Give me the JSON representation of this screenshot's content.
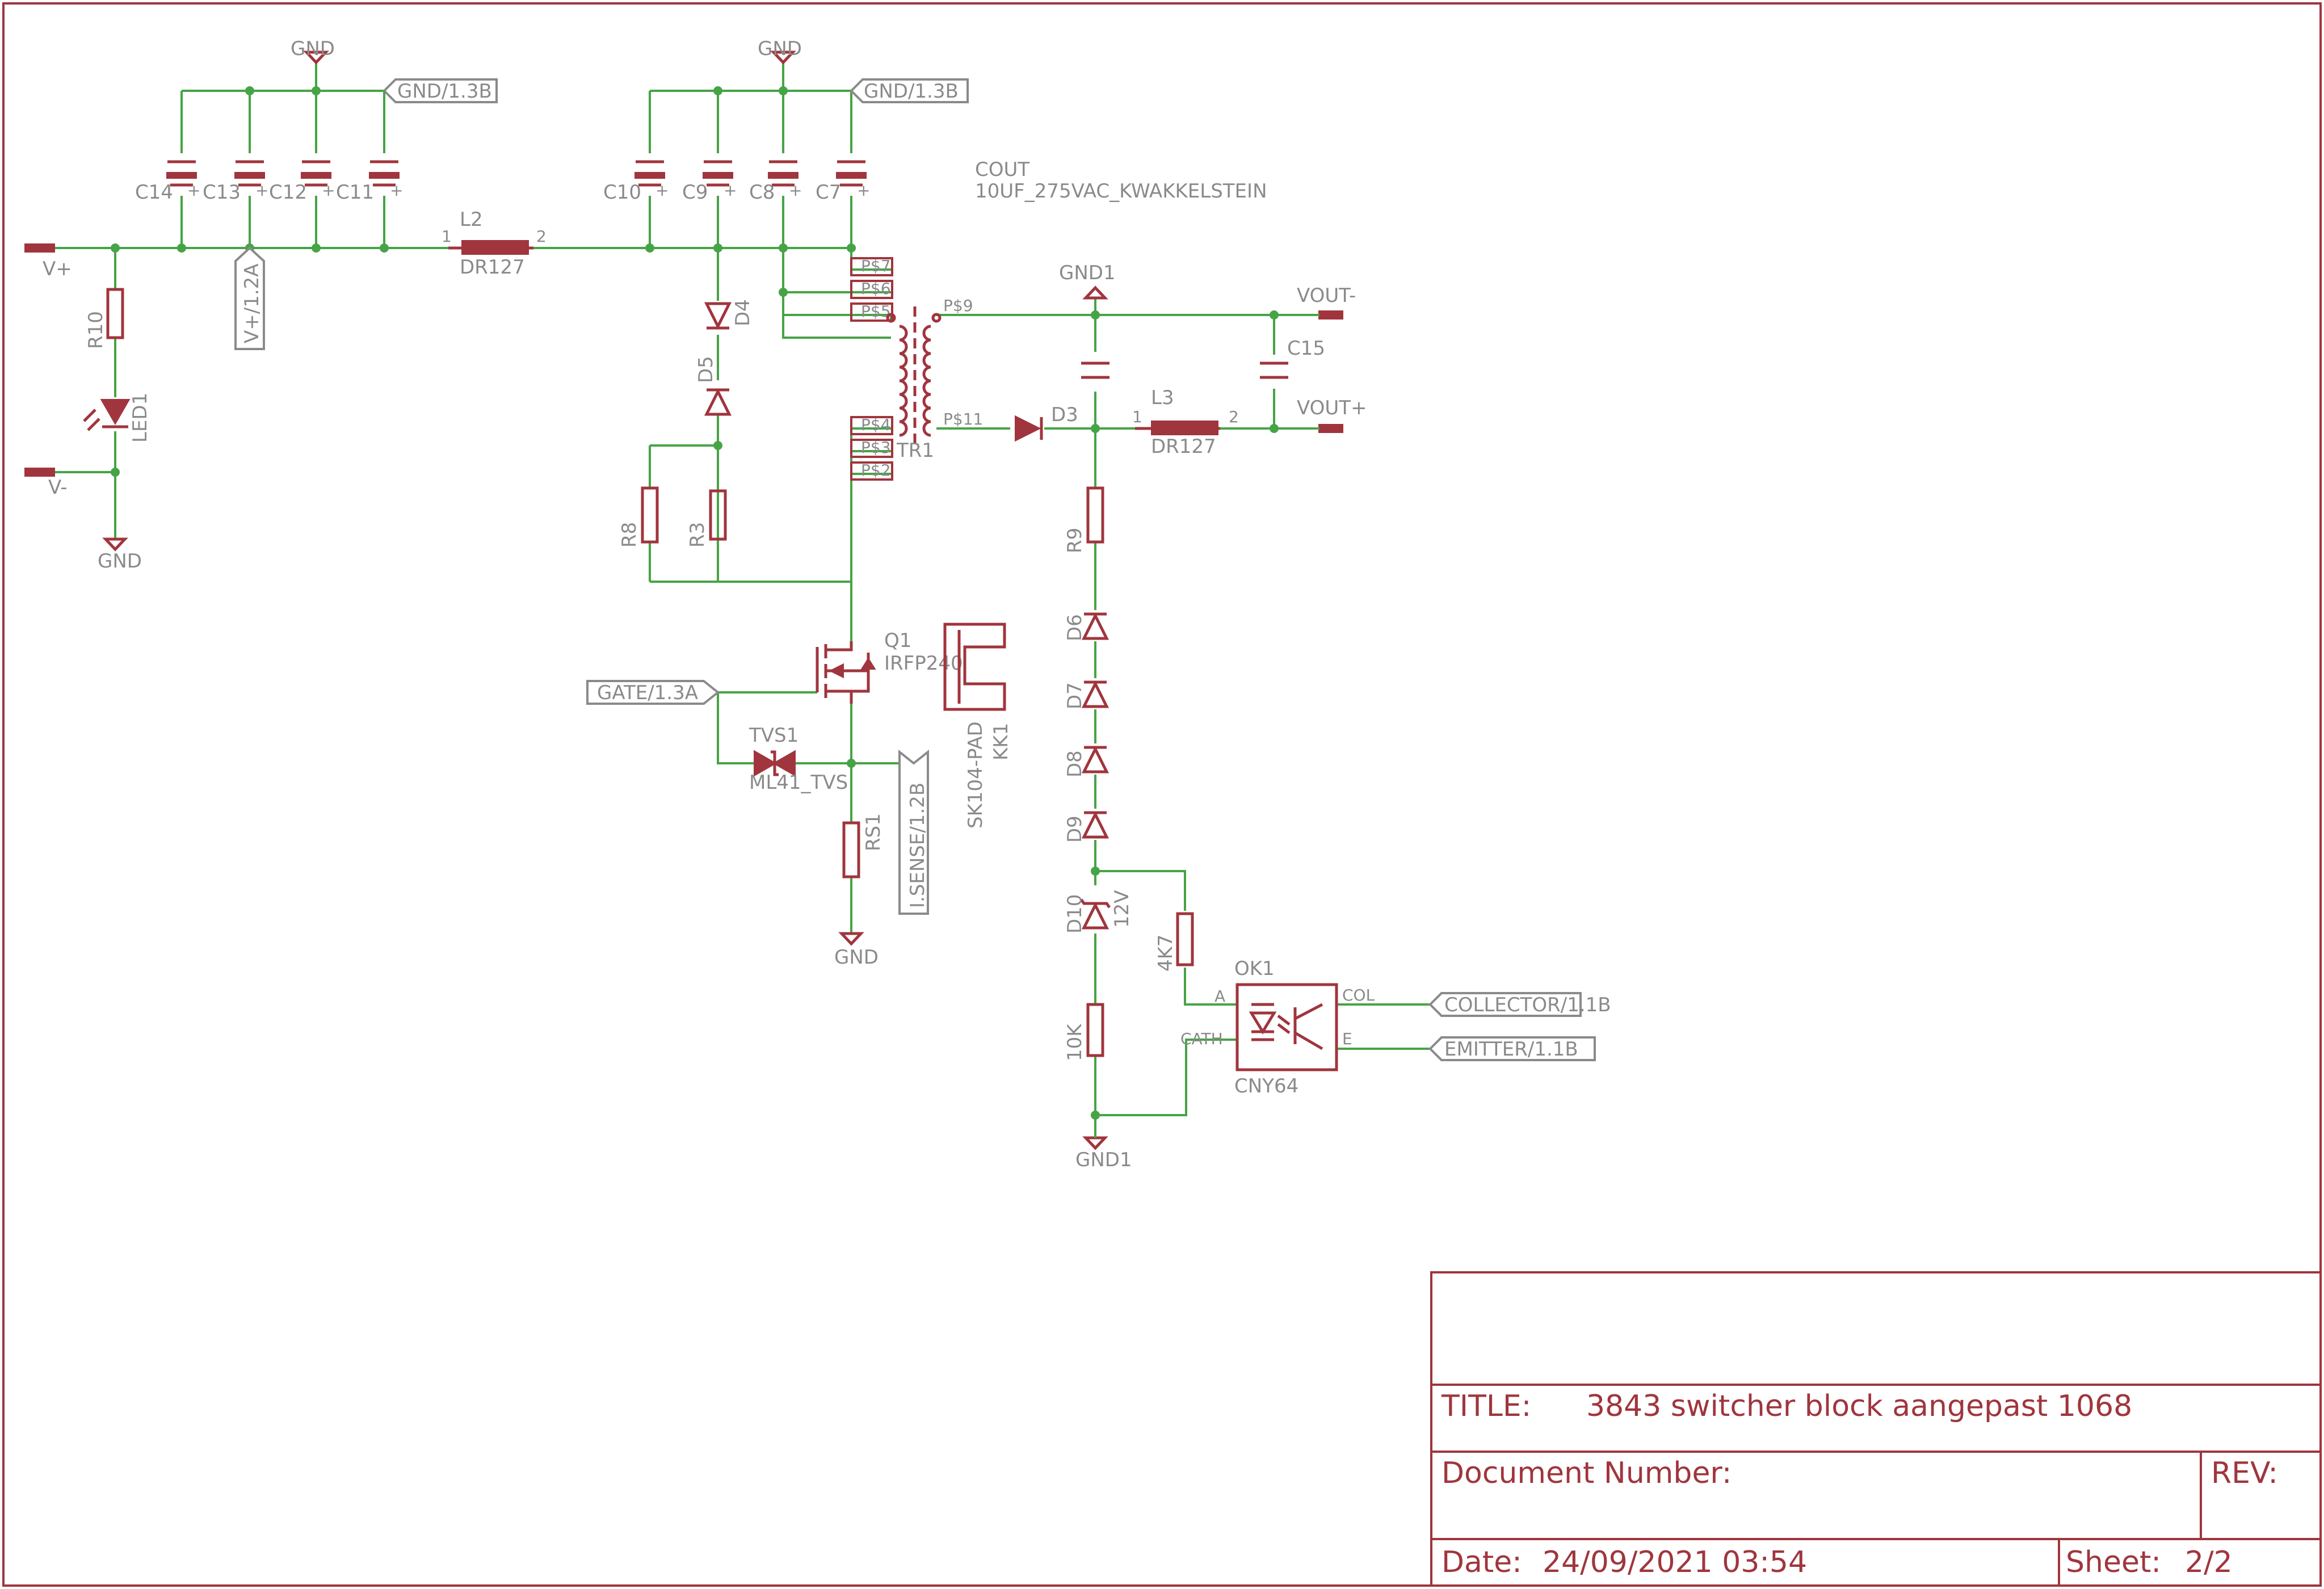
{
  "nets": {
    "v_plus": "V+",
    "v_minus": "V-",
    "gnd": "GND",
    "gnd1": "GND1",
    "vout_minus": "VOUT-",
    "vout_plus": "VOUT+"
  },
  "labels": {
    "gnd_1_3b": "GND/1.3B",
    "v_plus_1_2a": "V+/1.2A",
    "gate_1_3a": "GATE/1.3A",
    "isense_1_2b": "I.SENSE/1.2B",
    "collector_1_1b": "COLLECTOR/1.1B",
    "emitter_1_1b": "EMITTER/1.1B"
  },
  "parts": {
    "c14": "C14",
    "c13": "C13",
    "c12": "C12",
    "c11": "C11",
    "c10": "C10",
    "c9": "C9",
    "c8": "C8",
    "c7": "C7",
    "c15": "C15",
    "l2": "L2",
    "l2_value": "DR127",
    "l3": "L3",
    "l3_value": "DR127",
    "r10": "R10",
    "led1": "LED1",
    "d4": "D4",
    "d5": "D5",
    "r8": "R8",
    "r3": "R3",
    "r9": "R9",
    "d3": "D3",
    "d6": "D6",
    "d7": "D7",
    "d8": "D8",
    "d9": "D9",
    "d10": "D10",
    "d10_value": "12V",
    "tr1": "TR1",
    "q1": "Q1",
    "q1_value": "IRFP240",
    "kk1": "KK1",
    "kk1_value": "SK104-PAD",
    "tvs1": "TVS1",
    "tvs1_value": "ML41_TVS",
    "rs1": "RS1",
    "r_4k7": "4K7",
    "r_10k": "10K",
    "ok1": "OK1",
    "ok1_value": "CNY64",
    "cout_name": "COUT",
    "cout_value": "10UF_275VAC_KWAKKELSTEIN"
  },
  "pins": {
    "p7": "P$7",
    "p6": "P$6",
    "p5": "P$5",
    "p9": "P$9",
    "p4": "P$4",
    "p3": "P$3",
    "p2": "P$2",
    "p11": "P$11",
    "one": "1",
    "two": "2",
    "plus": "+",
    "ok_a": "A",
    "ok_cath": "CATH",
    "ok_col": "COL",
    "ok_e": "E"
  },
  "title_block": {
    "title_label": "TITLE:",
    "title_value": "3843 switcher block aangepast 1068",
    "docnum_label": "Document Number:",
    "rev_label": "REV:",
    "date_label": "Date:",
    "date_value": "24/09/2021 03:54",
    "sheet_label": "Sheet:",
    "sheet_value": "2/2"
  },
  "colors": {
    "frame": "#a0353d",
    "wire": "#46a446",
    "text": "#8a8a8a",
    "background": "#ffffff"
  }
}
